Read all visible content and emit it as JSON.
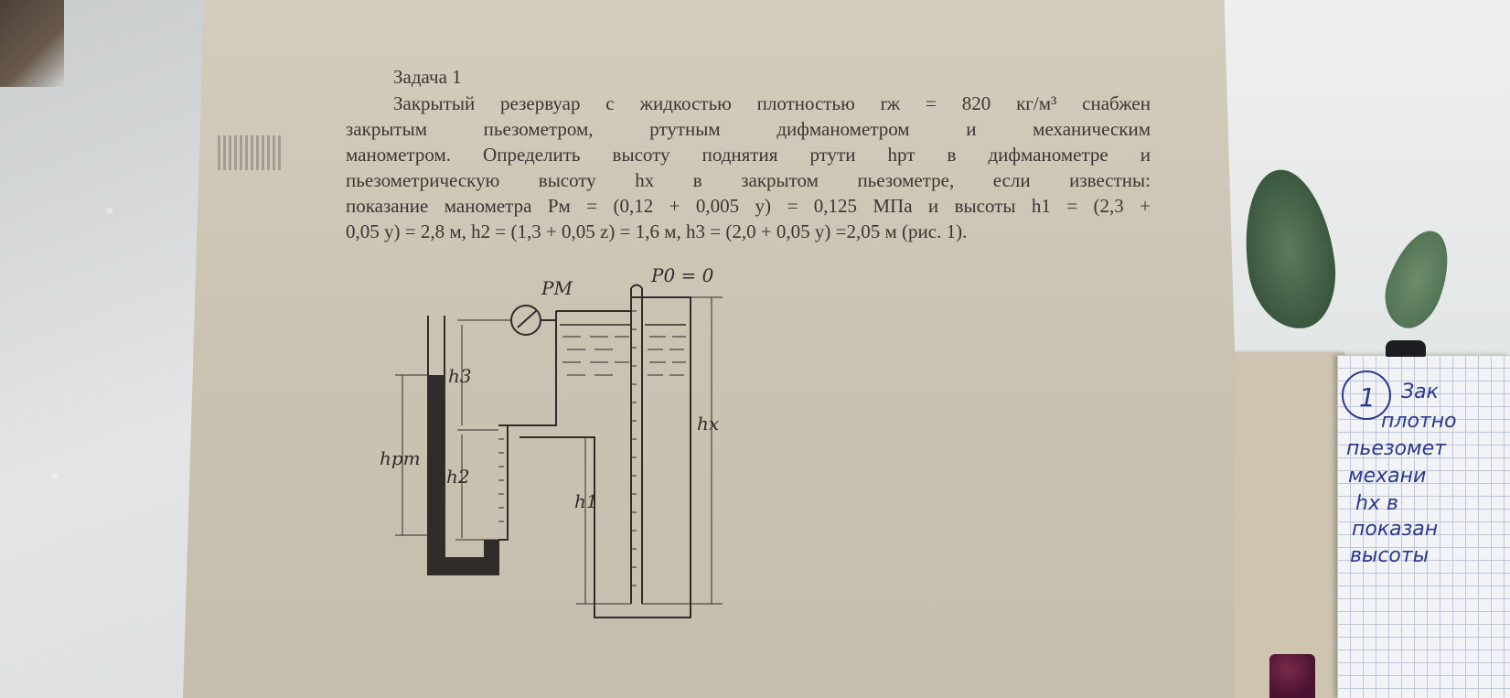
{
  "problem": {
    "title": "Задача 1",
    "lines": [
      "Закрытый резервуар с жидкостью плотностью rж = 820 кг/м³ снабжен",
      "закрытым пьезометром, ртутным дифманометром и механическим",
      "манометром. Определить высоту поднятия ртути hрт в дифманометре и",
      "пьезометрическую высоту hx в закрытом пьезометре, если известны:",
      "показание манометра Pм = (0,12 + 0,005 у) = 0,125 МПа и высоты h1 = (2,3 +",
      "0,05 у) = 2,8 м, h2 = (1,3 + 0,05 z) = 1,6 м, h3 = (2,0 + 0,05 у) =2,05 м (рис. 1)."
    ]
  },
  "figure": {
    "p0_label": "P0 = 0",
    "pm_label": "PM",
    "h3_label": "h3",
    "h2_label": "h2",
    "h1_label": "h1",
    "hrt_label": "hрт",
    "hx_label": "hx"
  },
  "notebook": {
    "circled_number": "1",
    "lines": [
      "Зак",
      "плотно",
      "пьезомет",
      "механи",
      "hx в",
      "показан",
      "высоты"
    ]
  },
  "colors": {
    "paper": "#cbc3b2",
    "ink": "#3a3632",
    "handwriting": "#2b3a8f"
  }
}
